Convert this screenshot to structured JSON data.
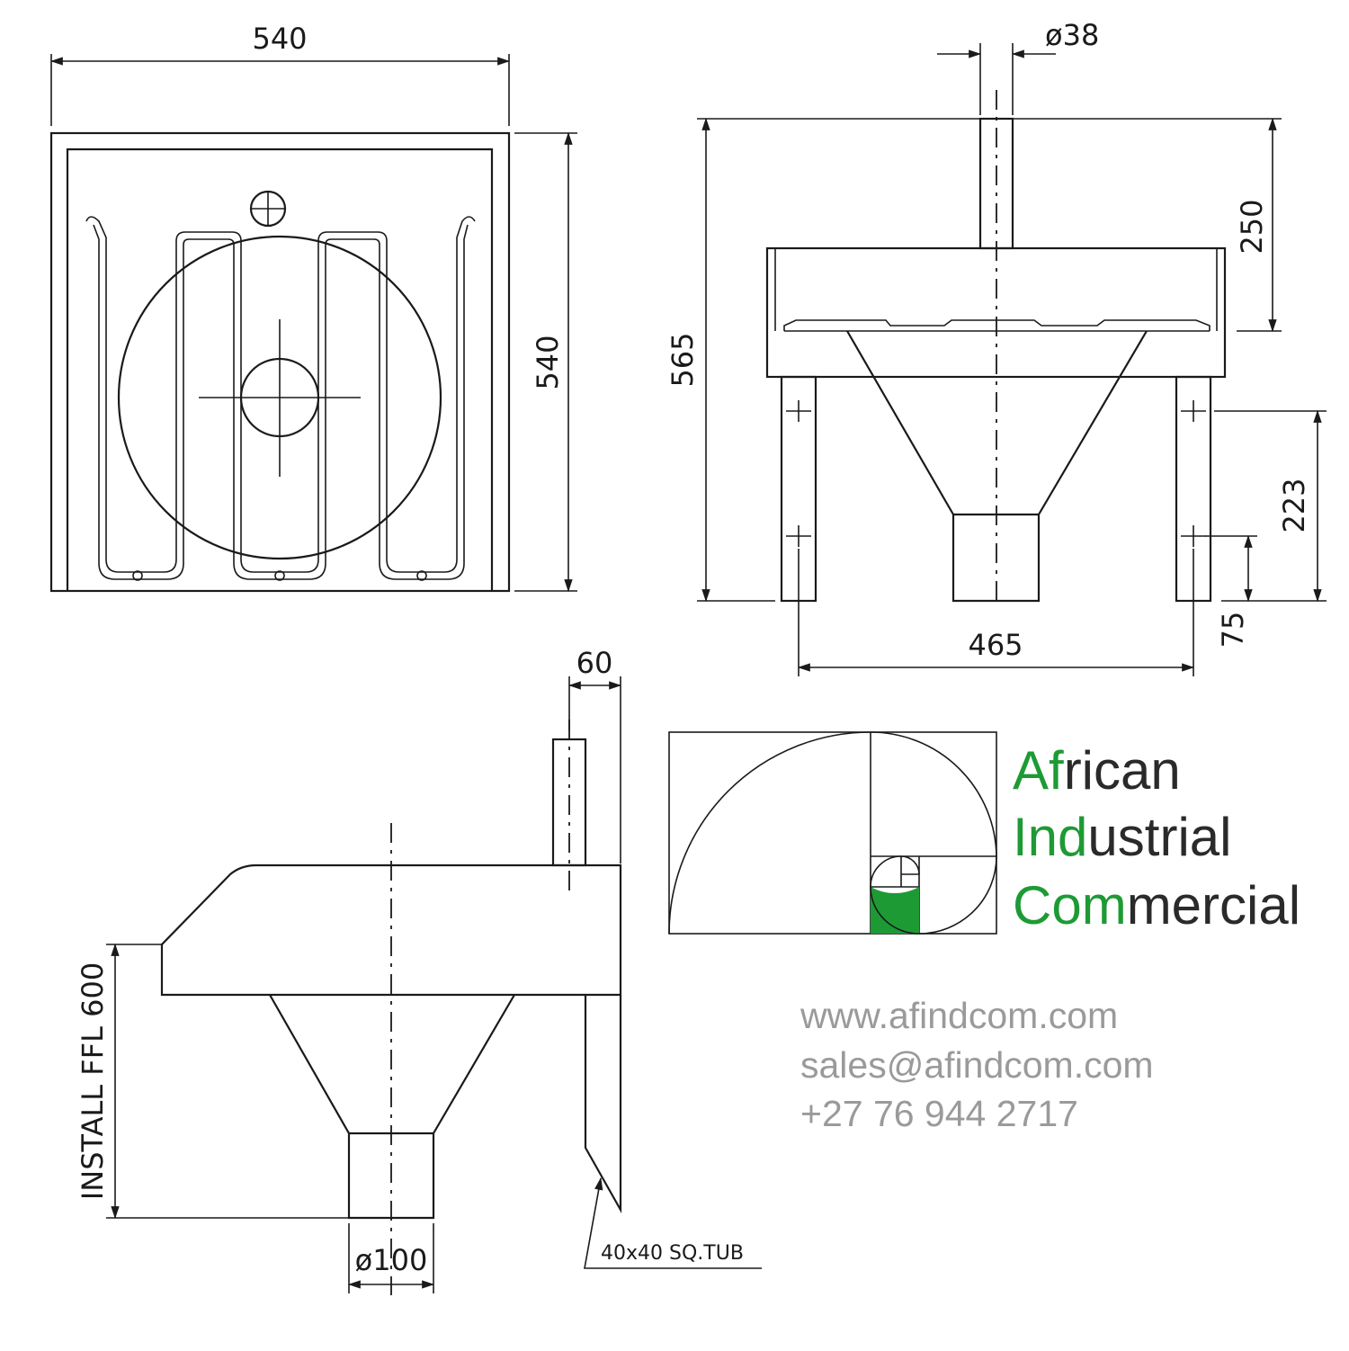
{
  "dimensions": {
    "top_width": "540",
    "top_height": "540",
    "pipe_dia": "ø38",
    "front_height": "565",
    "upper_height": "250",
    "leg_height": "223",
    "leg_bottom": "75",
    "leg_span": "465",
    "side_offset": "60",
    "outlet_dia": "ø100",
    "install_label": "INSTALL  FFL  600",
    "tube_label": "40x40  SQ.TUB"
  },
  "brand": {
    "line1_accent": "Af",
    "line1_rest": "rican",
    "line2_accent": "Ind",
    "line2_rest": "ustrial",
    "line3_accent": "Com",
    "line3_rest": "mercial",
    "accent_color": "#1e9a35",
    "text_color": "#2a2a2a"
  },
  "contact": {
    "website": "www.afindcom.com",
    "email": "sales@afindcom.com",
    "phone": "+27 76 944 2717"
  }
}
